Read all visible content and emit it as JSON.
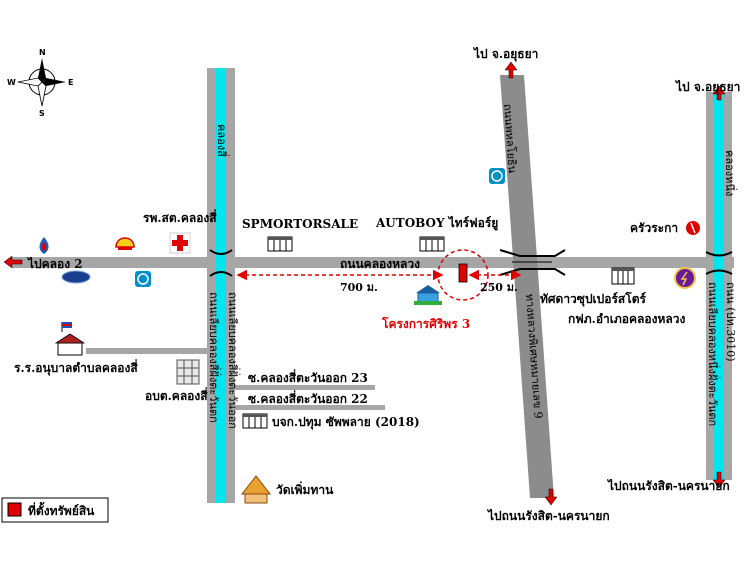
{
  "compass": {
    "n": "N",
    "s": "S",
    "e": "E",
    "w": "W"
  },
  "roads": {
    "main_road": "ถนนคลองหลวง",
    "klong_si_road_left": "ถนนเลียบคลองสี่ฝั่งตะวันตก",
    "klong_si_road_right": "ถนนเลียบคลองสี่ฝั่งตะวันออก",
    "highway_upper": "ถนนพหลโยธิน",
    "highway_lower": "ทางหลวงพิเศษหมายเลข 9",
    "right_road": "ถนน (ปท.3010)",
    "right_road_2": "ถนนเลียบคลองหนึ่งฝั่งตะวันตก",
    "soi_23": "ซ.คลองสี่ตะวันออก 23",
    "soi_22": "ซ.คลองสี่ตะวันออก 22"
  },
  "canals": {
    "klong_si": "คลองสี่",
    "klong_nueng": "คลองหนึ่ง"
  },
  "directions": {
    "to_ayutthaya_1": "ไป จ.อยุธยา",
    "to_ayutthaya_2": "ไป จ.อยุธยา",
    "to_klong2": "ไปคลอง 2",
    "to_rangsit_1": "ไปถนนรังสิต-นครนายก",
    "to_rangsit_2": "ไปถนนรังสิต-นครนายก"
  },
  "places": {
    "hospital": "รพ.สต.คลองสี่",
    "spmotor": "SPMORTORSALE",
    "autoboy": "AUTOBOY ไทร์ฟอร์ยู",
    "project": "โครงการศิริพร 3",
    "restaurant": "ครัวระกา",
    "supermarket": "ทัศดาวซุปเปอร์สโตร์",
    "electricity": "กฟภ.อำเภอคลองหลวง",
    "kindergarten": "ร.ร.อนุบาลตำบลคลองสี่",
    "sao": "อบต.คลองสี่",
    "company": "บจก.ปทุม ซัพพลาย (2018)",
    "temple": "วัดเพิ่มทาน"
  },
  "distances": {
    "d700": "700 ม.",
    "d250": "250 ม."
  },
  "legend": {
    "property": "ที่ตั้งทรัพย์สิน"
  },
  "colors": {
    "road": "#a6a6a6",
    "highway": "#8c8c8c",
    "canal": "#00e5ee",
    "marker": "#e00000",
    "distance": "#e00000"
  }
}
